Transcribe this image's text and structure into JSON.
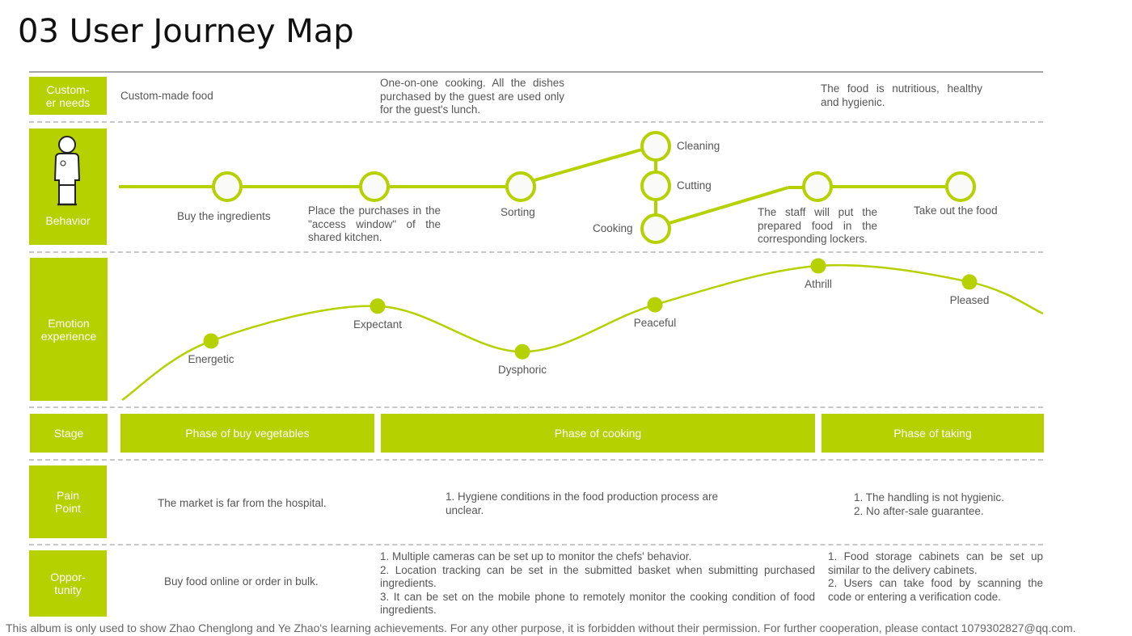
{
  "title": "03 User Journey Map",
  "theme": {
    "accent": "#b5d100",
    "text": "#555555",
    "divider": "#c8c8c8"
  },
  "rows": {
    "needs": {
      "label": "Custom-\ner needs",
      "items": [
        "Custom-made food",
        "One-on-one cooking. All the dishes purchased by the guest are used only for the guest's lunch.",
        "The food is nutritious, healthy and hygienic."
      ]
    },
    "behavior": {
      "label": "Behavior",
      "icon": "person-icon",
      "steps": [
        {
          "label": "Buy the ingredients"
        },
        {
          "label": "Place the purchases in the \"access window\" of the shared kitchen."
        },
        {
          "label": "Sorting"
        },
        {
          "label": "Cleaning"
        },
        {
          "label": "Cutting"
        },
        {
          "label": "Cooking"
        },
        {
          "label": "The staff will put the prepared food in the corresponding lockers."
        },
        {
          "label": "Take out the food"
        }
      ]
    },
    "emotion": {
      "label": "Emotion\nexperience",
      "points": [
        {
          "label": "Energetic",
          "level": 0.44
        },
        {
          "label": "Expectant",
          "level": 0.7
        },
        {
          "label": "Dysphoric",
          "level": 0.36
        },
        {
          "label": "Peaceful",
          "level": 0.71
        },
        {
          "label": "Athrill",
          "level": 1.0
        },
        {
          "label": "Pleased",
          "level": 0.88
        }
      ]
    },
    "stage": {
      "label": "Stage",
      "phases": [
        "Phase of buy vegetables",
        "Phase of cooking",
        "Phase of taking"
      ]
    },
    "pain": {
      "label": "Pain\nPoint",
      "items": [
        "The market is far from the hospital.",
        "1. Hygiene conditions in the food production process are unclear.",
        "1. The handling is not hygienic.\n2. No after-sale guarantee."
      ]
    },
    "opportunity": {
      "label": "Oppor-\ntunity",
      "items": [
        "Buy food online or order in bulk.",
        "1. Multiple cameras can be set up to monitor the chefs' behavior.\n2. Location tracking can be set in the submitted basket when submitting purchased ingredients.\n3. It can be set on the mobile phone to remotely monitor the cooking condition of food ingredients.",
        "1. Food storage cabinets can be set up similar to the delivery cabinets.\n2. Users can take food by scanning the code or entering a verification code."
      ]
    }
  },
  "footer": "This album is only used to show Zhao Chenglong and Ye Zhao's learning achievements. For any other purpose, it is forbidden without their permission. For further cooperation, please contact 1079302827@qq.com."
}
